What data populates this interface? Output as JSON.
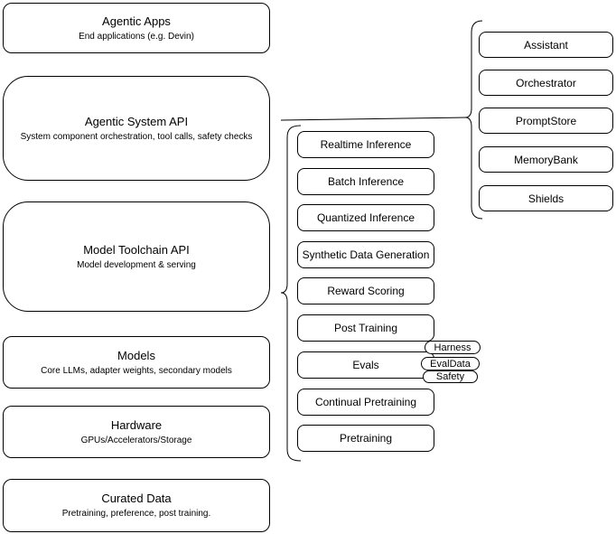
{
  "diagram": {
    "stack": [
      {
        "title": "Agentic Apps",
        "subtitle": "End applications (e.g. Devin)"
      },
      {
        "title": "Agentic System API",
        "subtitle": "System component orchestration, tool calls, safety checks"
      },
      {
        "title": "Model Toolchain API",
        "subtitle": "Model development & serving"
      },
      {
        "title": "Models",
        "subtitle": "Core LLMs, adapter weights, secondary models"
      },
      {
        "title": "Hardware",
        "subtitle": "GPUs/Accelerators/Storage"
      },
      {
        "title": "Curated Data",
        "subtitle": "Pretraining, preference, post training."
      }
    ],
    "toolchain_components": [
      "Realtime Inference",
      "Batch Inference",
      "Quantized Inference",
      "Synthetic Data Generation",
      "Reward Scoring",
      "Post Training",
      "Evals",
      "Continual Pretraining",
      "Pretraining"
    ],
    "eval_tags": [
      "Harness",
      "EvalData",
      "Safety"
    ],
    "system_components": [
      "Assistant",
      "Orchestrator",
      "PromptStore",
      "MemoryBank",
      "Shields"
    ],
    "colors": {
      "stroke": "#000000",
      "fill": "#ffffff",
      "background": "#ffffff",
      "text": "#000000"
    }
  }
}
